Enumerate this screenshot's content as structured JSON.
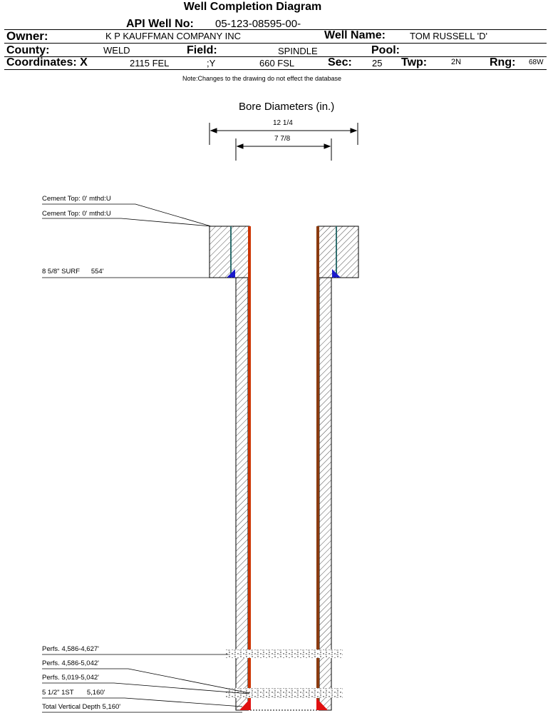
{
  "header": {
    "title": "Well Completion Diagram",
    "api_label": "API Well No:",
    "api_value": "05-123-08595-00-",
    "owner_label": "Owner:",
    "owner_value": "K P KAUFFMAN COMPANY INC",
    "well_name_label": "Well Name:",
    "well_name_value": "TOM RUSSELL 'D'",
    "county_label": "County:",
    "county_value": "WELD",
    "field_label": "Field:",
    "field_value": "SPINDLE",
    "pool_label": "Pool:",
    "pool_value": "",
    "coord_label": "Coordinates: X",
    "coord_x_value": "2115 FEL",
    "coord_y_label": ";Y",
    "coord_y_value": "660 FSL",
    "sec_label": "Sec:",
    "sec_value": "25",
    "twp_label": "Twp:",
    "twp_value": "2N",
    "rng_label": "Rng:",
    "rng_value": "68W"
  },
  "note": "Note:Changes to the drawing do not effect the database",
  "diagram": {
    "bore_title": "Bore Diameters (in.)",
    "dim_outer": "12 1/4",
    "dim_inner": "7 7/8",
    "annotations": {
      "cement_top_1": "Cement Top: 0' mthd:U",
      "cement_top_2": "Cement Top: 0' mthd:U",
      "surface_casing": "8 5/8\" SURF      554'",
      "perfs_1": "Perfs. 4,586-4,627'",
      "perfs_2": "Perfs. 4,586-5,042'",
      "perfs_3": "Perfs. 5,019-5,042'",
      "production_casing": "5 1/2\" 1ST       5,160'",
      "total_depth": "Total Vertical Depth 5,160'"
    },
    "colors": {
      "casing": "#cc3300",
      "casing_dark": "#8b3a0f",
      "cement_line": "#2f6f6f",
      "shoe": "#1a1acc",
      "bottom_shoe": "#e01010"
    }
  }
}
